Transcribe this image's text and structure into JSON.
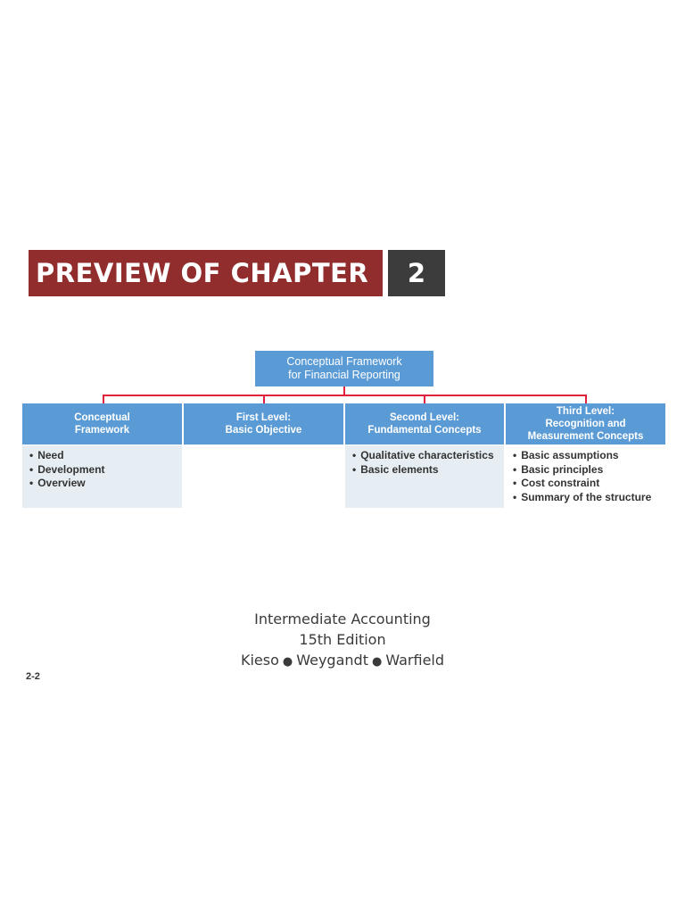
{
  "banner": {
    "title": "PREVIEW OF CHAPTER",
    "number": "2"
  },
  "diagram": {
    "root": {
      "line1": "Conceptual Framework",
      "line2": "for Financial Reporting"
    },
    "columns": [
      {
        "header_line1": "Conceptual",
        "header_line2": "Framework",
        "header_line3": "",
        "items": [
          "Need",
          "Development",
          "Overview"
        ]
      },
      {
        "header_line1": "First Level:",
        "header_line2": "Basic Objective",
        "header_line3": "",
        "items": []
      },
      {
        "header_line1": "Second Level:",
        "header_line2": "Fundamental Concepts",
        "header_line3": "",
        "items": [
          "Qualitative characteristics",
          "Basic elements"
        ]
      },
      {
        "header_line1": "Third Level:",
        "header_line2": "Recognition and",
        "header_line3": "Measurement Concepts",
        "items": [
          "Basic assumptions",
          "Basic principles",
          "Cost constraint",
          "Summary of the structure"
        ]
      }
    ],
    "colors": {
      "box_fill": "#5b9bd5",
      "body_fill": "#e6eef3",
      "connector": "#e0223c"
    }
  },
  "footer": {
    "book_title": "Intermediate Accounting",
    "edition": "15th Edition",
    "authors": [
      "Kieso",
      "Weygandt",
      "Warfield"
    ],
    "separator": "●"
  },
  "slide_number": "2-2",
  "theme": {
    "banner_red": "#912d2d",
    "banner_dark": "#3c3c3c"
  }
}
